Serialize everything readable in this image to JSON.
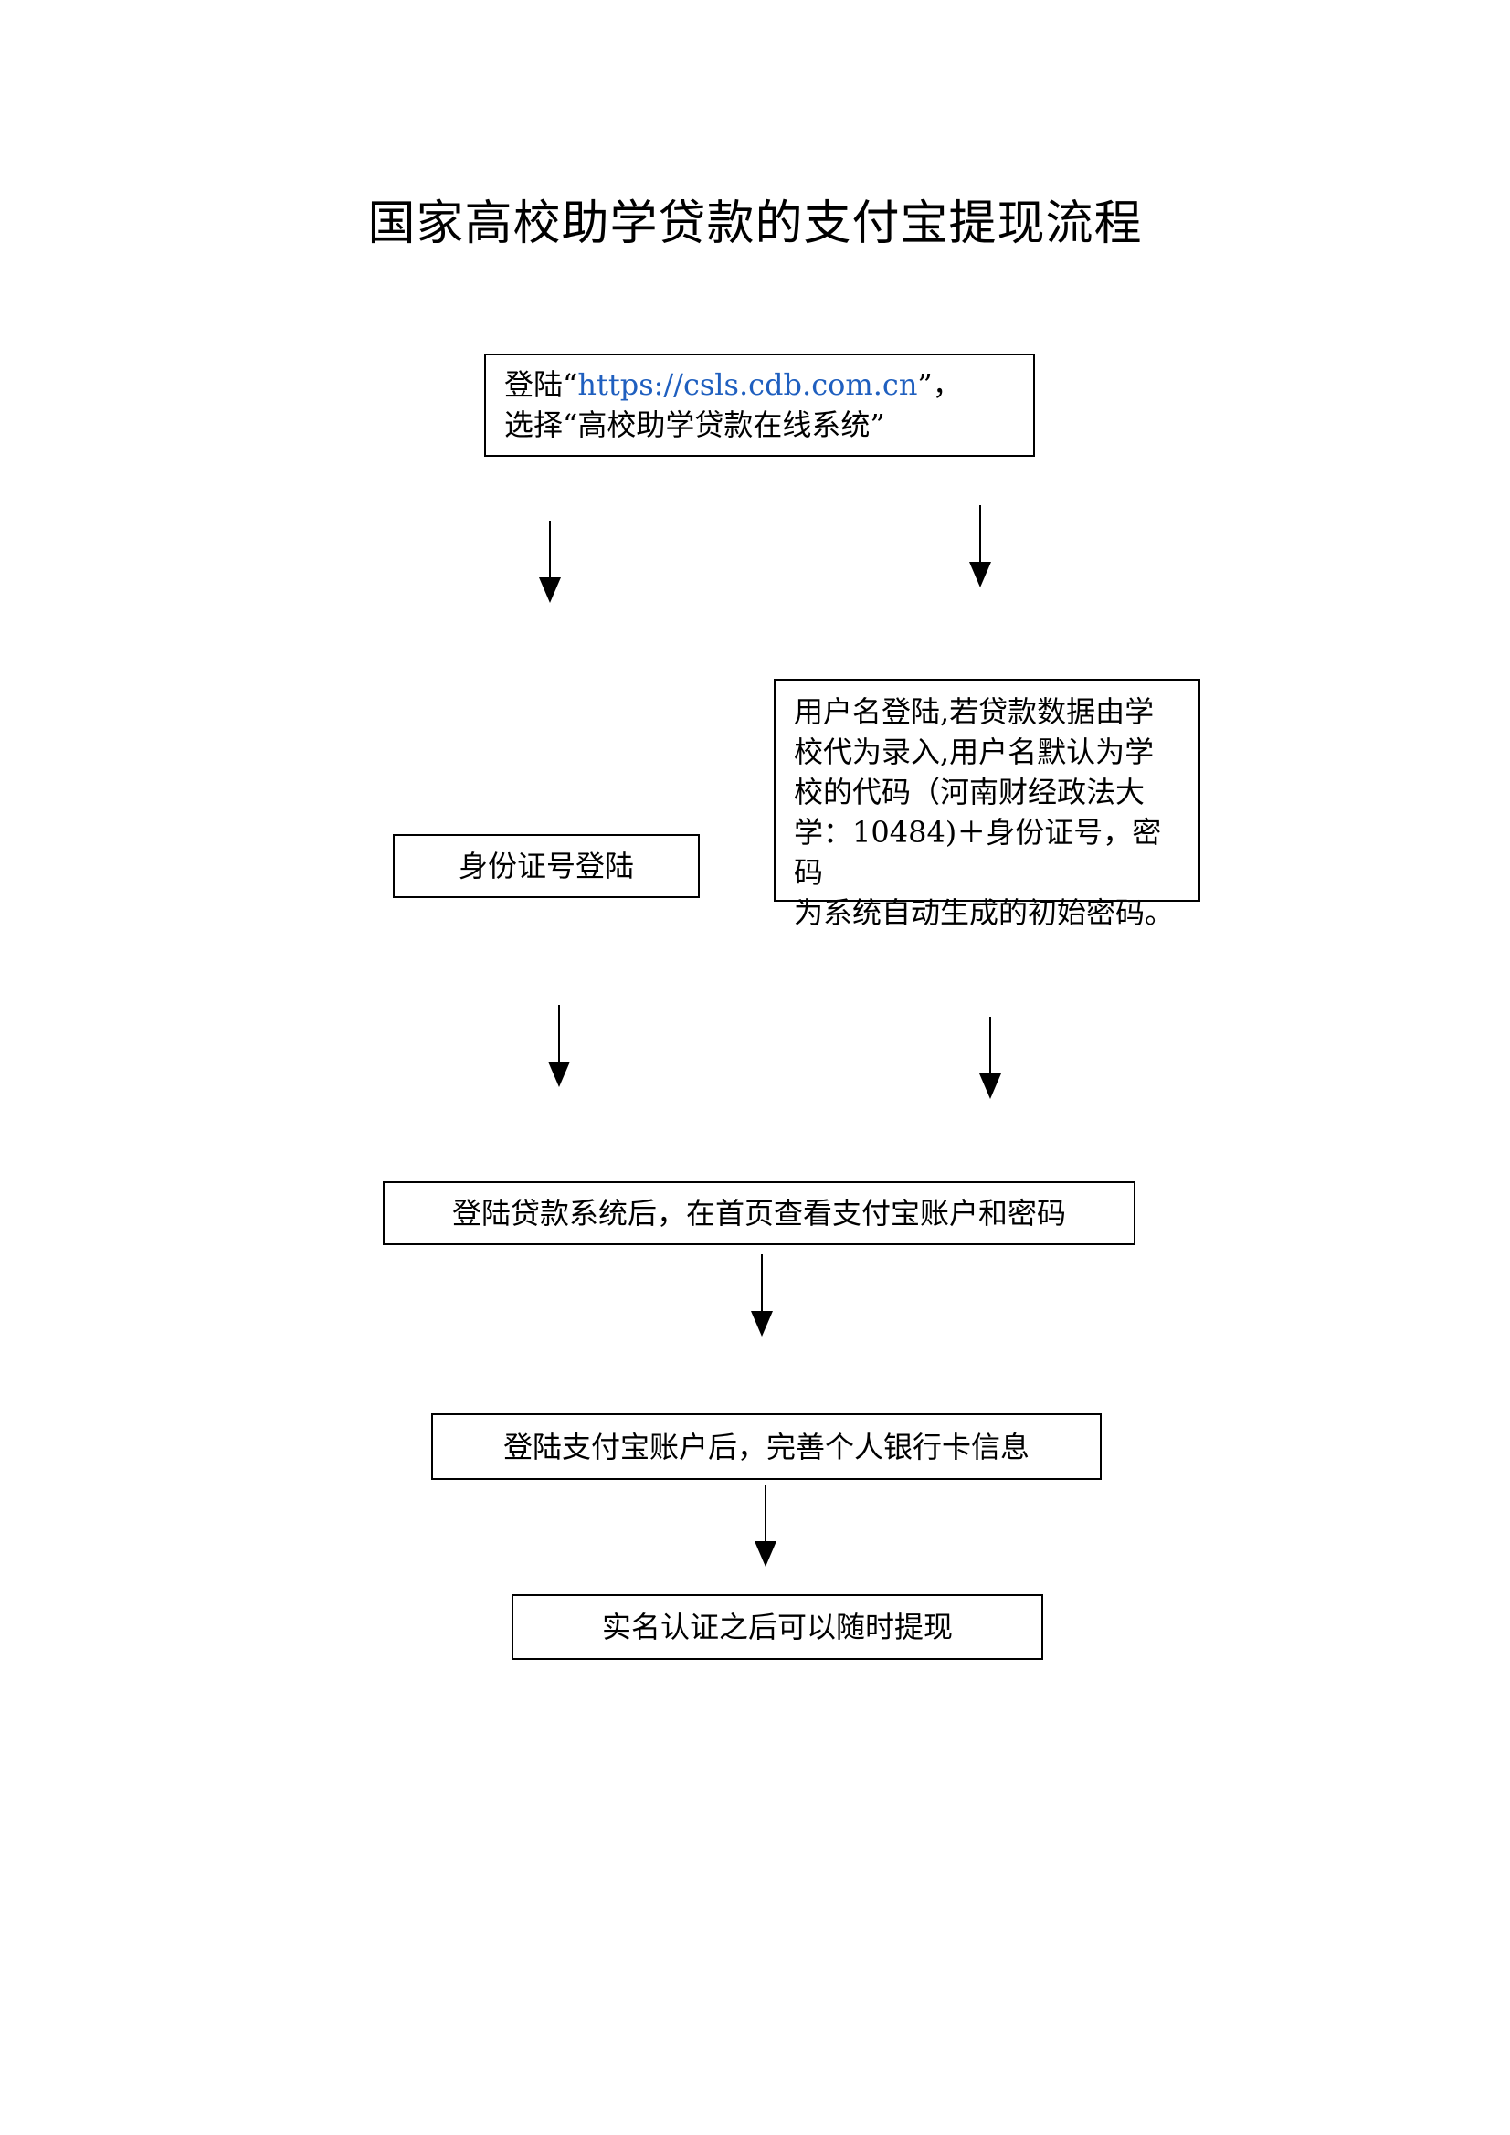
{
  "title": "国家高校助学贷款的支付宝提现流程",
  "steps": {
    "login": {
      "prefix": "登陆“",
      "url": "https://csls.cdb.com.cn",
      "suffix": "”，",
      "line2": "选择“高校助学贷款在线系统”"
    },
    "id_login": "身份证号登陆",
    "user_login": {
      "lines": [
        "用户名登陆,若贷款数据由学",
        "校代为录入,用户名默认为学",
        "校的代码（河南财经政法大",
        "学：10484)＋身份证号，密码",
        "为系统自动生成的初始密码。"
      ]
    },
    "view_account": "登陆贷款系统后，在首页查看支付宝账户和密码",
    "alipay_bank": "登陆支付宝账户后，完善个人银行卡信息",
    "withdraw": "实名认证之后可以随时提现"
  }
}
